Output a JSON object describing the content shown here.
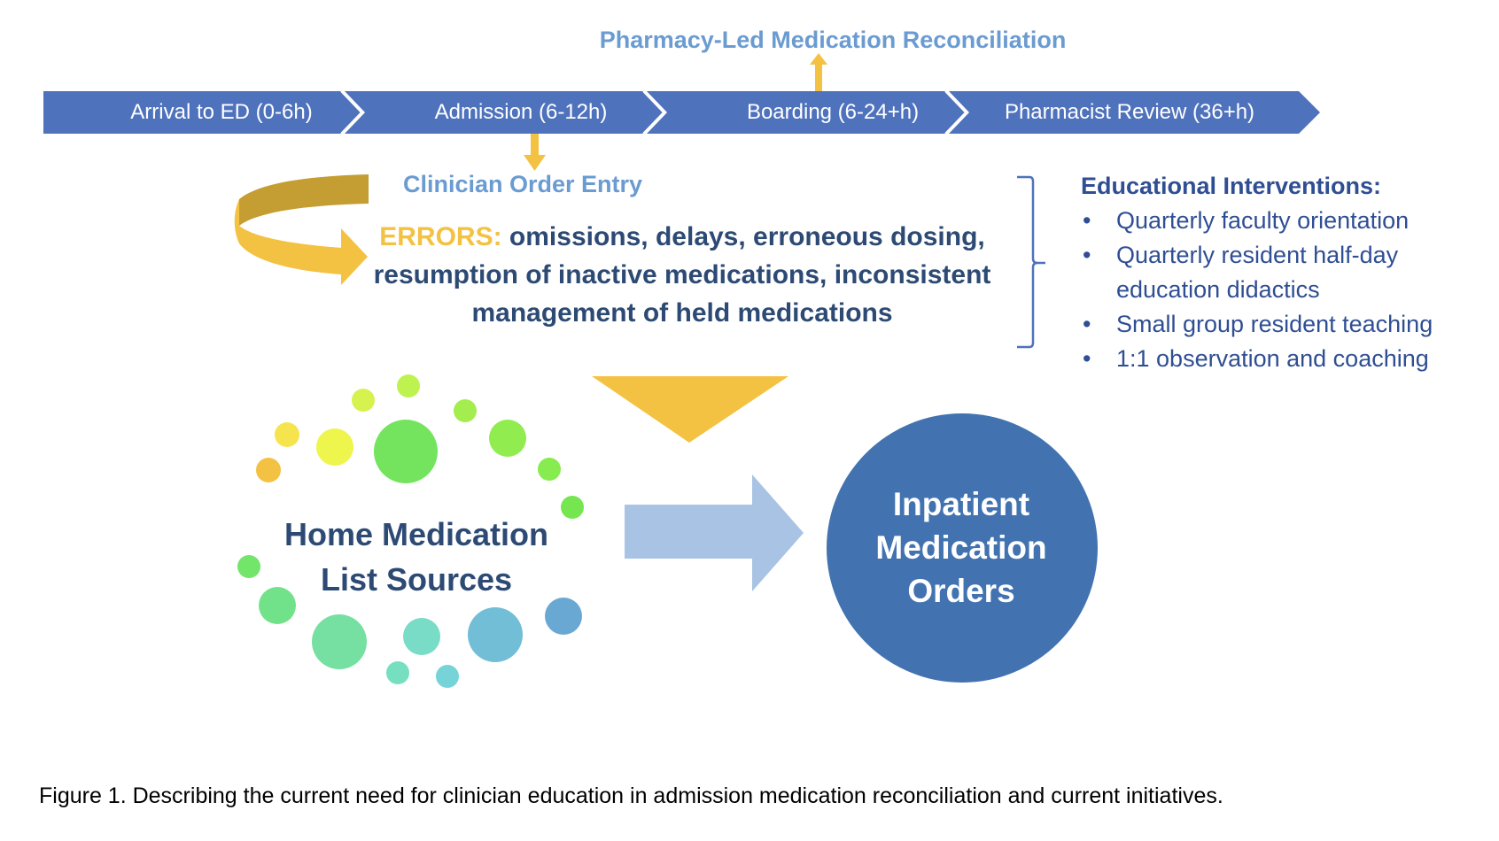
{
  "timeline": {
    "stages": [
      {
        "label": "Arrival to ED (0-6h)"
      },
      {
        "label": "Admission (6-12h)"
      },
      {
        "label": "Boarding (6-24+h)"
      },
      {
        "label": "Pharmacist Review (36+h)"
      }
    ],
    "color": "#4f72bd"
  },
  "pharmacy_label": "Pharmacy-Led Medication Reconciliation",
  "clinician_label": "Clinician Order Entry",
  "errors": {
    "label": "ERRORS:",
    "text": " omissions, delays, erroneous dosing, resumption of inactive medications, inconsistent management of held medications"
  },
  "education": {
    "title": "Educational Interventions:",
    "items": [
      {
        "bullet": "•",
        "text": "Quarterly faculty orientation"
      },
      {
        "bullet": "•",
        "text": "Quarterly resident half-day education didactics"
      },
      {
        "bullet": "•",
        "text": "Small group resident teaching"
      },
      {
        "bullet": "•",
        "text": "1:1 observation and coaching"
      }
    ]
  },
  "home_sources": {
    "line1": "Home Medication",
    "line2": "List Sources"
  },
  "inpatient": {
    "line1": "Inpatient",
    "line2": "Medication",
    "line3": "Orders"
  },
  "colors": {
    "accent_yellow": "#f4c242",
    "dark_yellow": "#c59e33",
    "light_blue_arrow": "#a8c3e3",
    "circle_blue": "#4273b0",
    "text_navy": "#2c4a74",
    "text_light_blue": "#6a9bd1"
  },
  "caption": "Figure 1. Describing the current need for clinician education in admission medication reconciliation and current initiatives."
}
